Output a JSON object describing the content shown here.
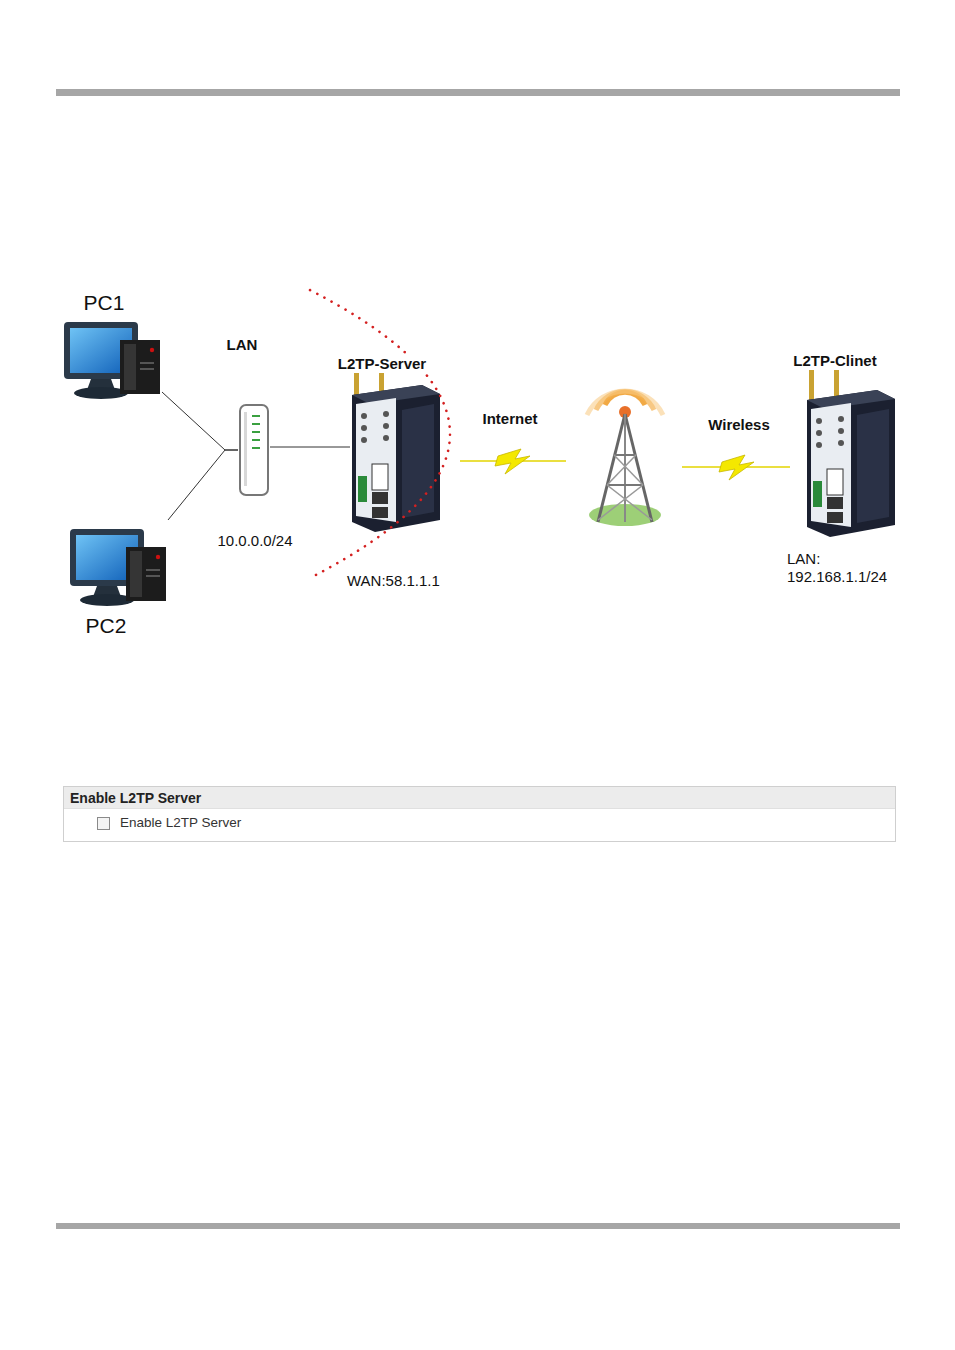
{
  "diagram": {
    "nodes": [
      {
        "text": [
          "PC1"
        ]
      },
      {
        "text": [
          "PC2"
        ]
      },
      {
        "text": [
          "LAN",
          "10.0.0.0/24"
        ]
      },
      {
        "text": [
          "L2TP-Server",
          "WAN:58.1.1.1"
        ]
      },
      {
        "text": [
          "L2TP-Clinet",
          "LAN: 192.168.1.1/24"
        ]
      },
      {
        "text": [
          "Enable L2TP Server",
          "Enable L2TP Server"
        ]
      }
    ],
    "edges": [
      {
        "from": 0,
        "to": 2,
        "arrow": "none"
      },
      {
        "from": 1,
        "to": 2,
        "arrow": "none"
      },
      {
        "from": 2,
        "to": 3,
        "arrow": "none"
      }
    ],
    "labels": [
      "Internet",
      "Wireless"
    ]
  }
}
